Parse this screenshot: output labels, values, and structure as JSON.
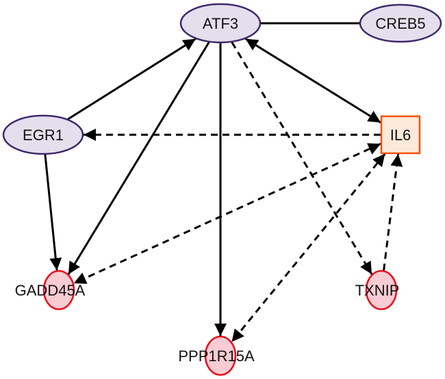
{
  "diagram": {
    "type": "gene-interaction-network",
    "colors": {
      "tf_fill": "#e4dfec",
      "tf_stroke": "#3f2a6b",
      "target_fill": "#f9ccd3",
      "target_stroke": "#e8101a",
      "cytokine_fill": "#fde9d9",
      "cytokine_stroke": "#f4530e",
      "edge": "#000000"
    },
    "nodes": [
      {
        "id": "ATF3",
        "label": "ATF3",
        "kind": "tf"
      },
      {
        "id": "CREB5",
        "label": "CREB5",
        "kind": "tf"
      },
      {
        "id": "EGR1",
        "label": "EGR1",
        "kind": "tf"
      },
      {
        "id": "IL6",
        "label": "IL6",
        "kind": "cytokine"
      },
      {
        "id": "GADD45A",
        "label": "GADD45A",
        "kind": "target"
      },
      {
        "id": "TXNIP",
        "label": "TXNIP",
        "kind": "target"
      },
      {
        "id": "PPP1R15A",
        "label": "PPP1R15A",
        "kind": "target"
      }
    ],
    "edges": [
      {
        "from": "ATF3",
        "to": "CREB5",
        "style": "solid",
        "arrow": "none"
      },
      {
        "from": "EGR1",
        "to": "ATF3",
        "style": "solid",
        "arrow": "end"
      },
      {
        "from": "ATF3",
        "to": "IL6",
        "style": "solid",
        "arrow": "both"
      },
      {
        "from": "ATF3",
        "to": "GADD45A",
        "style": "solid",
        "arrow": "end"
      },
      {
        "from": "ATF3",
        "to": "PPP1R15A",
        "style": "solid",
        "arrow": "end"
      },
      {
        "from": "ATF3",
        "to": "TXNIP",
        "style": "dashed",
        "arrow": "end"
      },
      {
        "from": "IL6",
        "to": "EGR1",
        "style": "dashed",
        "arrow": "end"
      },
      {
        "from": "EGR1",
        "to": "GADD45A",
        "style": "solid",
        "arrow": "end"
      },
      {
        "from": "IL6",
        "to": "GADD45A",
        "style": "dashed",
        "arrow": "both"
      },
      {
        "from": "IL6",
        "to": "PPP1R15A",
        "style": "dashed",
        "arrow": "both"
      },
      {
        "from": "TXNIP",
        "to": "IL6",
        "style": "dashed",
        "arrow": "end"
      }
    ]
  }
}
